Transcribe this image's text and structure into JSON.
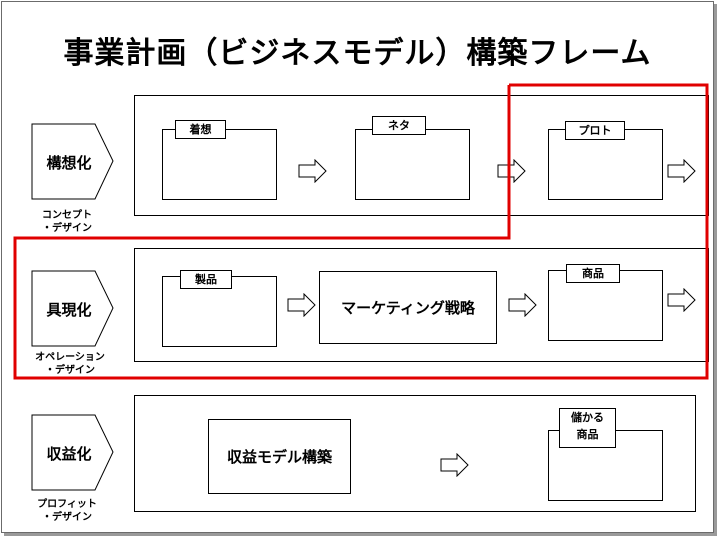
{
  "title": "事業計画（ビジネスモデル）構築フレーム",
  "rows": [
    {
      "stage": "構想化",
      "caption_line1": "コンセプト",
      "caption_line2": "・デザイン",
      "items": [
        "着想",
        "ネタ",
        "プロト"
      ]
    },
    {
      "stage": "具現化",
      "caption_line1": "オペレーション",
      "caption_line2": "・デザイン",
      "items": [
        "製品",
        "マーケティング戦略",
        "商品"
      ]
    },
    {
      "stage": "収益化",
      "caption_line1": "プロフィット",
      "caption_line2": "・デザイン",
      "items": [
        "収益モデル構築",
        "儲かる",
        "商品"
      ]
    }
  ],
  "colors": {
    "highlight": "#e00000",
    "border": "#000000"
  }
}
